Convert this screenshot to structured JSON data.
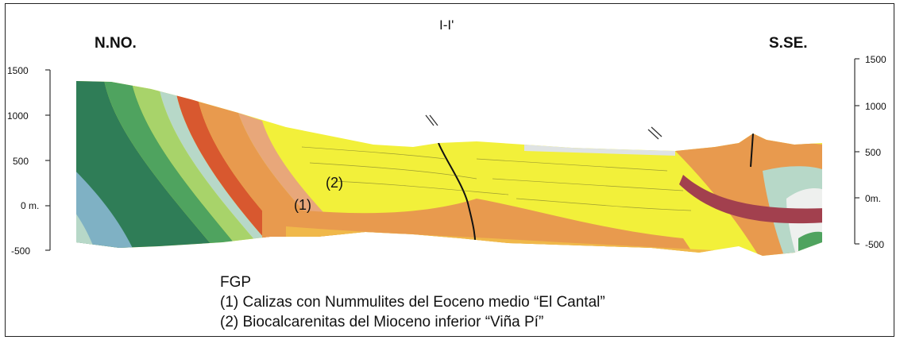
{
  "section_title": "I-I'",
  "direction_left": "N.NO.",
  "direction_right": "S.SE.",
  "axis_left_ticks": [
    "1500",
    "1000",
    "500",
    "0 m.",
    "-500"
  ],
  "axis_right_ticks": [
    "1500",
    "1000",
    "500",
    "0m.",
    "-500"
  ],
  "unit_labels": [
    "(1)",
    "(2)"
  ],
  "legend": {
    "heading": "FGP",
    "items": [
      "(1) Calizas con Nummulites del Eoceno medio “El Cantal”",
      "(2) Biocalcarenitas del Mioceno inferior “Viña Pí”"
    ]
  },
  "colors": {
    "dark_green": "#2f7d57",
    "mid_green": "#4fa35f",
    "light_green": "#a8d36a",
    "lime": "#d9e85a",
    "yellow": "#f2f03a",
    "orange": "#e89a4e",
    "red_orange": "#d8582f",
    "salmon": "#e8a77a",
    "blue_grey": "#7fb1c4",
    "teal_light": "#b7d8c8",
    "maroon": "#a2404e",
    "pale": "#eef0ee"
  }
}
